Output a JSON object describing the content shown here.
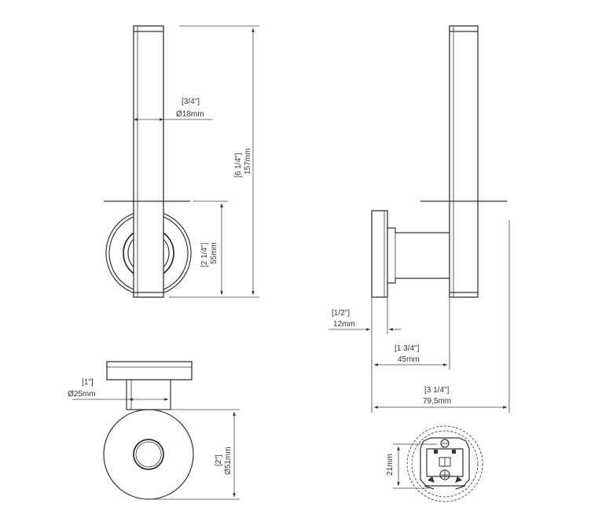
{
  "colors": {
    "line": "#333333",
    "background": "#ffffff"
  },
  "dimensions": {
    "rod_diameter": {
      "inch": "[3/4\"]",
      "mm": "Ø18mm"
    },
    "total_height": {
      "inch": "[6 1/4\"]",
      "mm": "157mm"
    },
    "lower_height": {
      "inch": "[2 1/4\"]",
      "mm": "55mm"
    },
    "base_thickness": {
      "inch": "[1/2\"]",
      "mm": "12mm"
    },
    "wall_to_rod": {
      "inch": "[1 3/4\"]",
      "mm": "45mm"
    },
    "total_depth": {
      "inch": "[3 1/4\"]",
      "mm": "79,5mm"
    },
    "post_diameter": {
      "inch": "[1\"]",
      "mm": "Ø25mm"
    },
    "rosette_diameter": {
      "inch": "[2\"]",
      "mm": "Ø51mm"
    },
    "mount_height": {
      "mm": "21mm"
    }
  }
}
